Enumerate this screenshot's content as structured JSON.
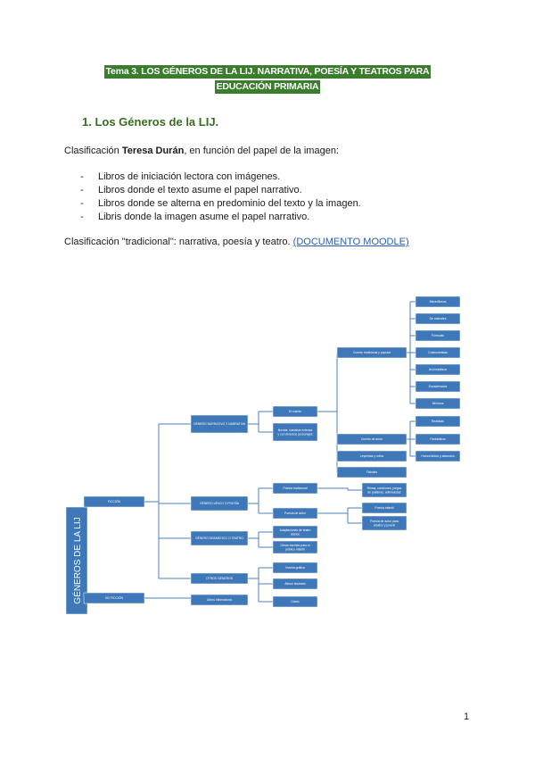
{
  "title": {
    "line1": "Tema 3. LOS GÉNEROS DE LA LIJ. NARRATIVA, POESÍA Y TEATROS PARA",
    "line2": "EDUCACIÓN PRIMARIA"
  },
  "section_heading": "1.  Los Géneros de la LIJ.",
  "classification1": {
    "prefix": "Clasificación ",
    "author": "Teresa Durán",
    "suffix": ", en función del papel de la imagen:"
  },
  "list_items": [
    "Libros de iniciación lectora con imágenes.",
    "Libros donde el texto asume el papel narrativo.",
    "Libros donde se alterna en predominio del texto y la imagen.",
    "Libris donde la imagen asume el papel narrativo."
  ],
  "classification2": {
    "text": "Clasificación \"tradicional\": narrativa, poesía y teatro. ",
    "link": "(DOCUMENTO MOODLE)"
  },
  "diagram": {
    "root": "GÉNEROS DE LA LIJ",
    "nodes": {
      "ficcion": "FICCIÓN",
      "no_ficcion": "NO FICCIÓN",
      "narrativo": "GÉNERO NARRATIVO Y NARRATIVA",
      "lirico": "GÉNERO LÍRICO O POESÍA",
      "dramatico": "GÉNERO DRAMÁTICO O TEATRO",
      "otros": "OTROS GÉNEROS",
      "no_ficcion_child": "Libros informativos",
      "cuento": "El cuento",
      "novela": "Novela: narrativa extensa y con diversos personajes",
      "tradicional": "Cuento tradicional y popular",
      "autor": "Cuento de autor",
      "leyendas": "Leyendas y mitos",
      "fabulas": "Fábulas",
      "poesia_trad": "Poesía tradicional",
      "poesia_autor": "Poesía de autor",
      "poesia_trad_child": "Rimas, canciones, juegos de palabras, adivinanzas",
      "poesia_autor_1": "Poesía infantil",
      "poesia_autor_2": "Poesía de autor para adultos y juvenil",
      "teatro_1": "Adaptaciones de teatro clásico",
      "teatro_2": "Obras escritas para el público infantil",
      "otros_1": "Novela gráfica",
      "otros_2": "Álbum ilustrado",
      "otros_3": "Cómic",
      "t_1": "Maravillosos",
      "t_2": "De animales",
      "t_3": "Fórmulas",
      "t_4": "Costumbristas",
      "t_5": "Acumulativos",
      "t_6": "Encadenados",
      "t_7": "Mínimos",
      "a_1": "Realistas",
      "a_2": "Fantásticos",
      "a_3": "Humorísticos y absurdos"
    }
  },
  "page_number": "1"
}
